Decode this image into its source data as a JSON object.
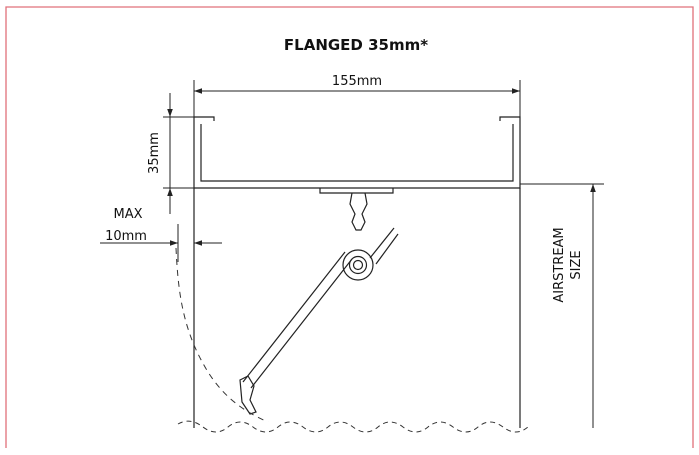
{
  "diagram": {
    "title": "FLANGED 35mm*",
    "dim_width": "155mm",
    "dim_height": "35mm",
    "max_label": "MAX",
    "max_value": "10mm",
    "airstream_line1": "AIRSTREAM",
    "airstream_line2": "SIZE"
  },
  "colors": {
    "frame_border": "#e0707a",
    "line": "#222222"
  }
}
